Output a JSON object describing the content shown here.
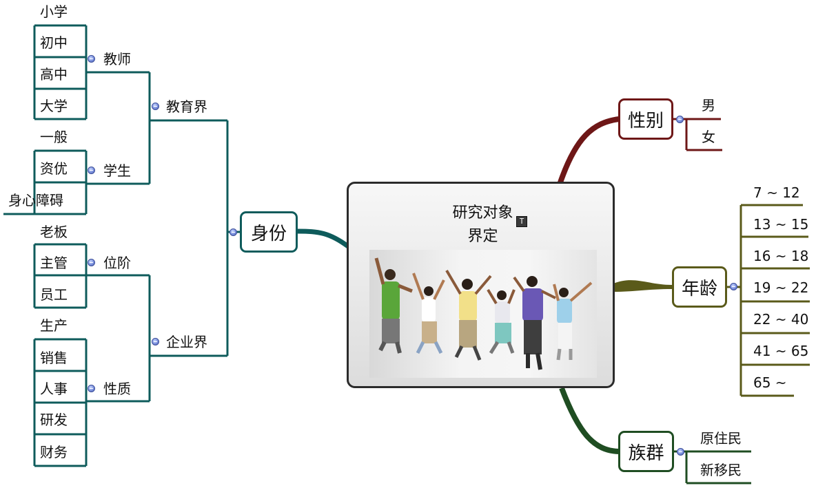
{
  "root": {
    "title_line1": "研究对象",
    "title_line2": "界定",
    "note_icon": "note-icon",
    "image": "jumping-people-photo"
  },
  "identity": {
    "label": "身份",
    "education": {
      "label": "教育界",
      "teacher": {
        "label": "教师",
        "items": [
          "小学",
          "初中",
          "高中",
          "大学"
        ]
      },
      "student": {
        "label": "学生",
        "items": [
          "一般",
          "资优",
          "身心障碍"
        ]
      }
    },
    "enterprise": {
      "label": "企业界",
      "rank": {
        "label": "位阶",
        "items": [
          "老板",
          "主管",
          "员工"
        ]
      },
      "nature": {
        "label": "性质",
        "items": [
          "生产",
          "销售",
          "人事",
          "研发",
          "财务"
        ]
      }
    }
  },
  "gender": {
    "label": "性别",
    "items": [
      "男",
      "女"
    ]
  },
  "age": {
    "label": "年龄",
    "items": [
      "7 ~ 12",
      "13 ~ 15",
      "16 ~ 18",
      "19 ~ 22",
      "22 ~ 40",
      "41 ~ 65",
      "65 ~"
    ]
  },
  "ethnic": {
    "label": "族群",
    "items": [
      "原住民",
      "新移民"
    ]
  },
  "colors": {
    "identity": "#0e5b5b",
    "gender": "#6e1717",
    "age": "#5a5a1a",
    "ethnic": "#1f4d22",
    "knob": "#7a8fdc"
  }
}
